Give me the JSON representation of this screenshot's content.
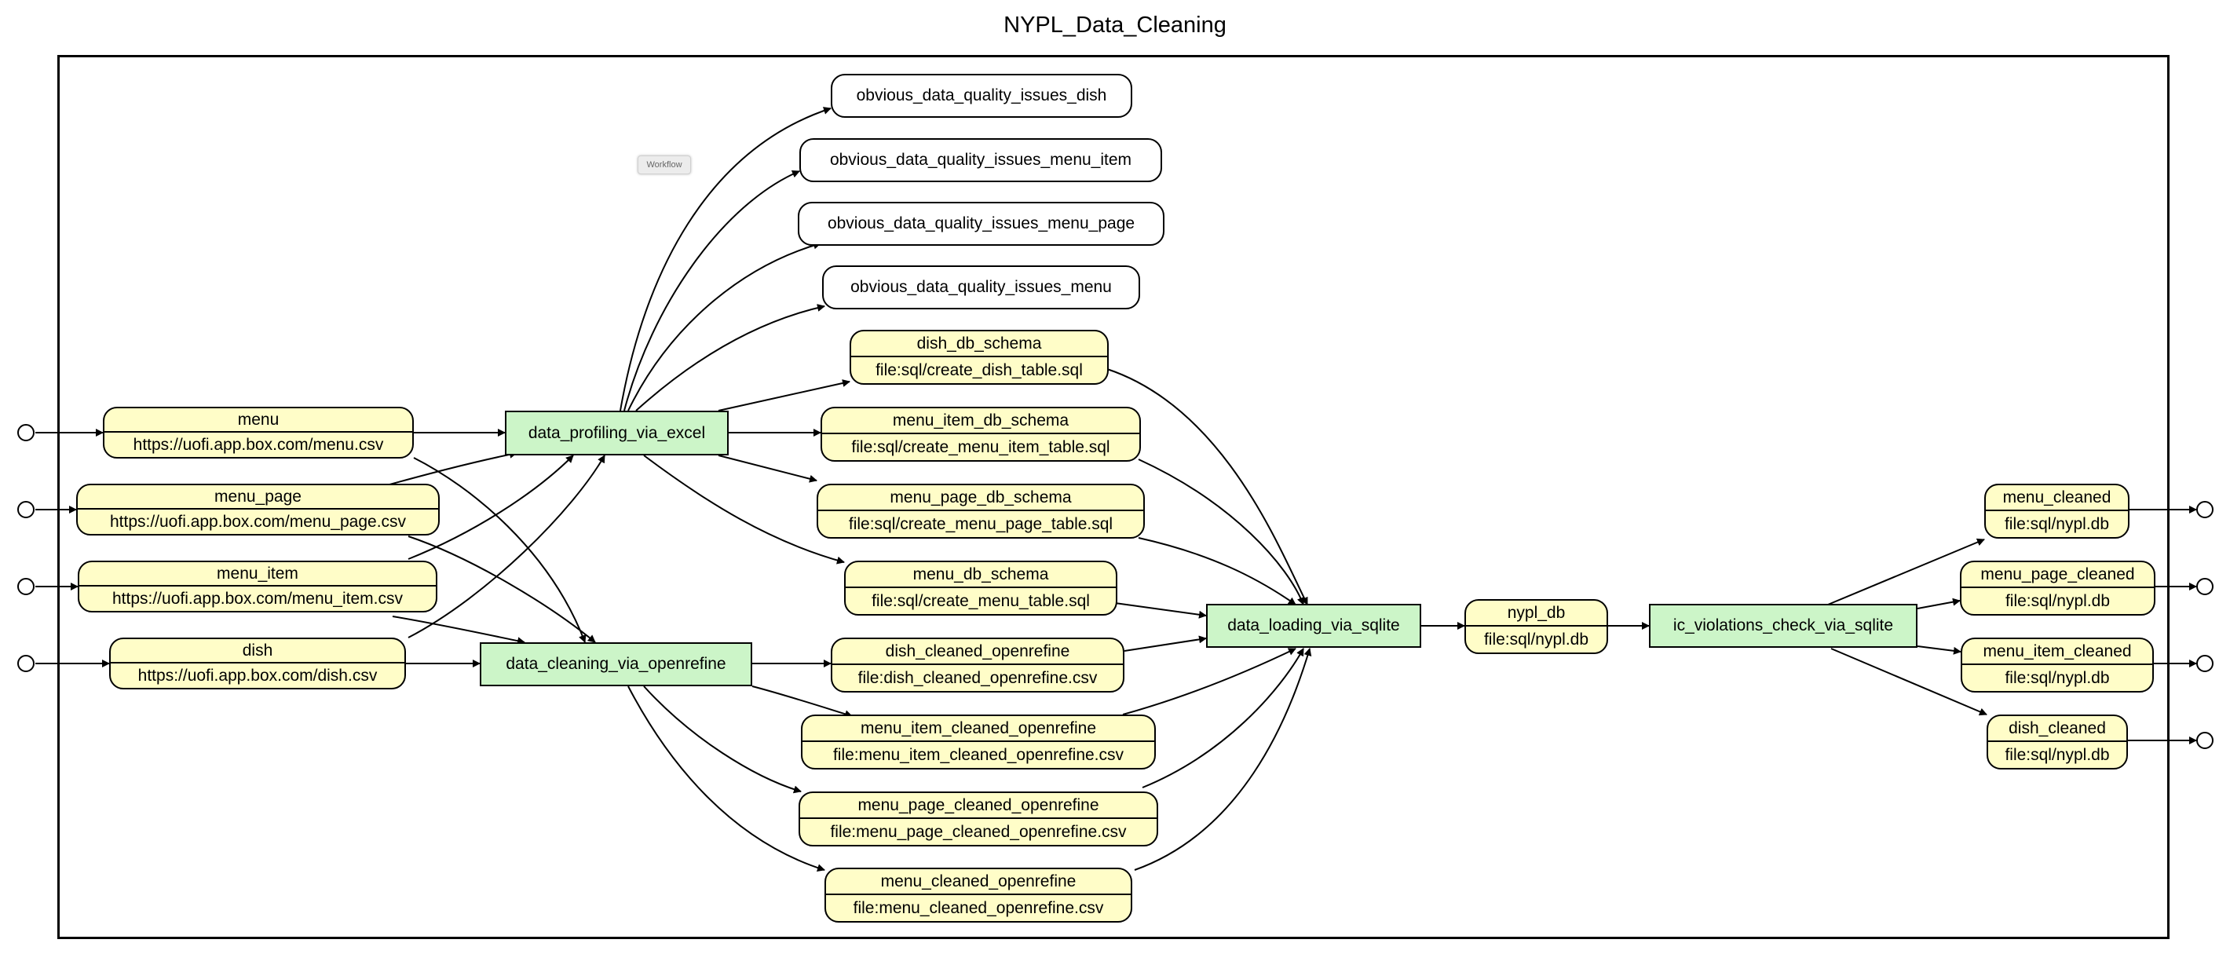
{
  "title": "NYPL_Data_Cleaning",
  "workflow_label": "Workflow",
  "inputs": {
    "menu": {
      "name": "menu",
      "value": "https://uofi.app.box.com/menu.csv"
    },
    "menu_page": {
      "name": "menu_page",
      "value": "https://uofi.app.box.com/menu_page.csv"
    },
    "menu_item": {
      "name": "menu_item",
      "value": "https://uofi.app.box.com/menu_item.csv"
    },
    "dish": {
      "name": "dish",
      "value": "https://uofi.app.box.com/dish.csv"
    }
  },
  "steps": {
    "profiling": "data_profiling_via_excel",
    "cleaning": "data_cleaning_via_openrefine",
    "loading": "data_loading_via_sqlite",
    "ic_check": "ic_violations_check_via_sqlite"
  },
  "quality_issues": {
    "dish": "obvious_data_quality_issues_dish",
    "menu_item": "obvious_data_quality_issues_menu_item",
    "menu_page": "obvious_data_quality_issues_menu_page",
    "menu": "obvious_data_quality_issues_menu"
  },
  "schemas": {
    "dish": {
      "name": "dish_db_schema",
      "value": "file:sql/create_dish_table.sql"
    },
    "menu_item": {
      "name": "menu_item_db_schema",
      "value": "file:sql/create_menu_item_table.sql"
    },
    "menu_page": {
      "name": "menu_page_db_schema",
      "value": "file:sql/create_menu_page_table.sql"
    },
    "menu": {
      "name": "menu_db_schema",
      "value": "file:sql/create_menu_table.sql"
    }
  },
  "openrefine": {
    "dish": {
      "name": "dish_cleaned_openrefine",
      "value": "file:dish_cleaned_openrefine.csv"
    },
    "menu_item": {
      "name": "menu_item_cleaned_openrefine",
      "value": "file:menu_item_cleaned_openrefine.csv"
    },
    "menu_page": {
      "name": "menu_page_cleaned_openrefine",
      "value": "file:menu_page_cleaned_openrefine.csv"
    },
    "menu": {
      "name": "menu_cleaned_openrefine",
      "value": "file:menu_cleaned_openrefine.csv"
    }
  },
  "nypl_db": {
    "name": "nypl_db",
    "value": "file:sql/nypl.db"
  },
  "outputs": {
    "menu": {
      "name": "menu_cleaned",
      "value": "file:sql/nypl.db"
    },
    "menu_page": {
      "name": "menu_page_cleaned",
      "value": "file:sql/nypl.db"
    },
    "menu_item": {
      "name": "menu_item_cleaned",
      "value": "file:sql/nypl.db"
    },
    "dish": {
      "name": "dish_cleaned",
      "value": "file:sql/nypl.db"
    }
  }
}
